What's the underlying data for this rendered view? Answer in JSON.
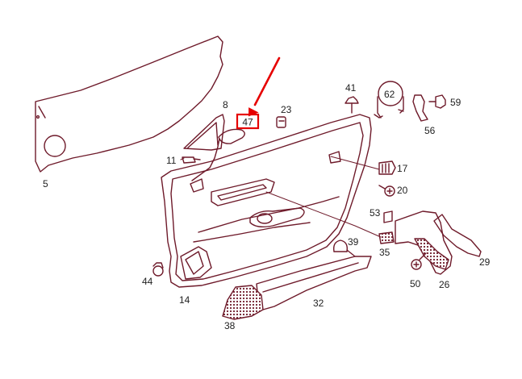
{
  "diagram": {
    "highlight_label": "47",
    "callouts": [
      "5",
      "8",
      "11",
      "14",
      "17",
      "20",
      "23",
      "26",
      "29",
      "32",
      "35",
      "38",
      "39",
      "41",
      "44",
      "50",
      "53",
      "56",
      "59",
      "62"
    ],
    "colors": {
      "line": "#6e1a2a",
      "label": "#222222",
      "highlight": "#e60000",
      "background": "#ffffff"
    }
  }
}
